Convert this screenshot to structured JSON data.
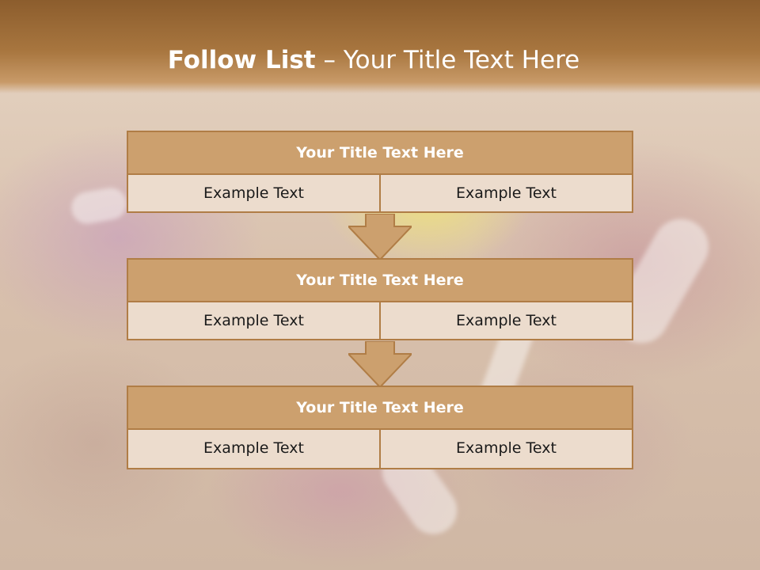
{
  "page": {
    "title_bold": "Follow List",
    "title_rest": " – Your Title Text Here"
  },
  "steps": [
    {
      "title": "Your Title Text Here",
      "left": "Example Text",
      "right": "Example Text"
    },
    {
      "title": "Your Title Text Here",
      "left": "Example Text",
      "right": "Example Text"
    },
    {
      "title": "Your Title Text Here",
      "left": "Example Text",
      "right": "Example Text"
    }
  ],
  "colors": {
    "header_band": "#9c6a36",
    "box_header": "#cca06e",
    "box_border": "#b07d46",
    "box_body": "#ecdccd",
    "arrow_fill": "#cca06e"
  }
}
